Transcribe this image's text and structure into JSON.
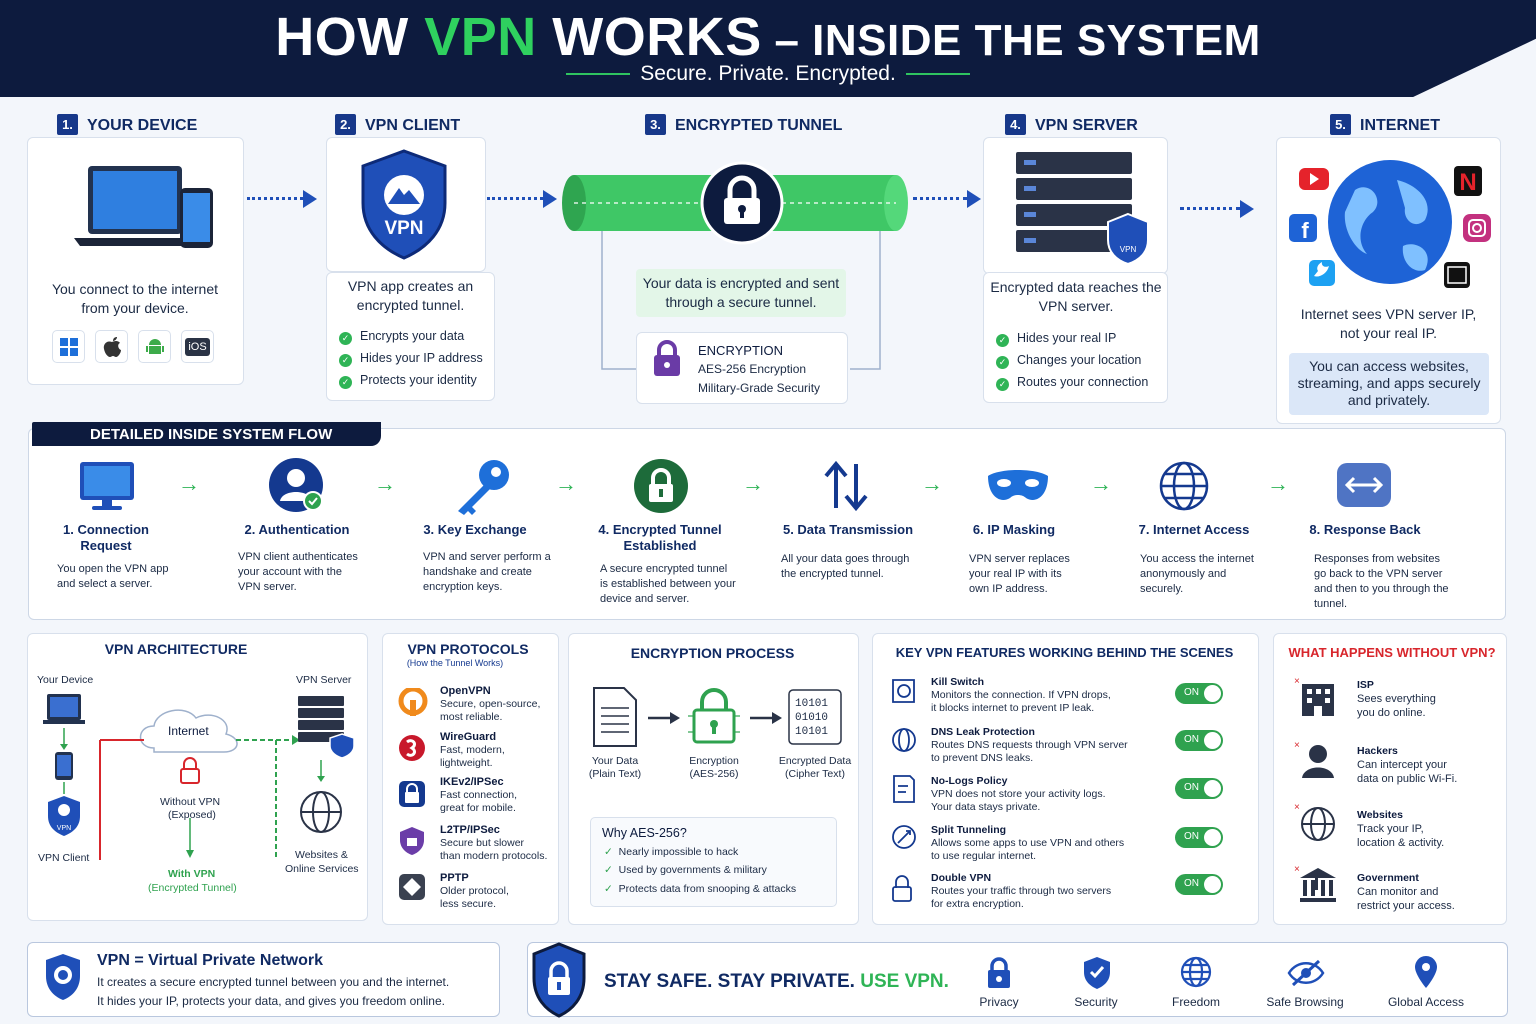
{
  "header": {
    "title_a": "HOW ",
    "title_b": "VPN",
    "title_c": " WORKS",
    "title_d": " – INSIDE THE SYSTEM",
    "subtitle": "Secure. Private. Encrypted."
  },
  "steps": [
    {
      "num": "1.",
      "title": "YOUR DEVICE",
      "desc": "You connect to the internet from your device.",
      "os": [
        "windows-icon",
        "apple-icon",
        "android-icon",
        "iOS"
      ]
    },
    {
      "num": "2.",
      "title": "VPN CLIENT",
      "badge": "VPN",
      "desc": "VPN app creates an encrypted tunnel.",
      "checks": [
        "Encrypts your data",
        "Hides your IP address",
        "Protects your identity"
      ]
    },
    {
      "num": "3.",
      "title": "ENCRYPTED TUNNEL",
      "desc": "Your data is encrypted and sent through a secure tunnel.",
      "enc_title": "ENCRYPTION",
      "enc_l1": "AES-256 Encryption",
      "enc_l2": "Military-Grade Security"
    },
    {
      "num": "4.",
      "title": "VPN SERVER",
      "badge": "VPN",
      "desc": "Encrypted data reaches the VPN server.",
      "checks": [
        "Hides your real IP",
        "Changes your location",
        "Routes your connection"
      ]
    },
    {
      "num": "5.",
      "title": "INTERNET",
      "desc": "Internet sees VPN server IP, not your real IP.",
      "note": "You can access websites, streaming, and apps securely and privately."
    }
  ],
  "flow": {
    "title": "DETAILED INSIDE SYSTEM FLOW",
    "items": [
      {
        "title": "1. Connection Request",
        "desc": "You open the VPN app and select a server."
      },
      {
        "title": "2. Authentication",
        "desc": "VPN client authenticates your account with the VPN server."
      },
      {
        "title": "3. Key Exchange",
        "desc": "VPN and server perform a handshake and create encryption keys."
      },
      {
        "title": "4. Encrypted Tunnel Established",
        "desc": "A secure encrypted tunnel is established between your device and server."
      },
      {
        "title": "5. Data Transmission",
        "desc": "All your data goes through the encrypted tunnel."
      },
      {
        "title": "6. IP Masking",
        "desc": "VPN server replaces your real IP with its own IP address."
      },
      {
        "title": "7. Internet Access",
        "desc": "You access the internet anonymously and securely."
      },
      {
        "title": "8. Response Back",
        "desc": "Responses from websites go back to the VPN server and then to you through the tunnel."
      }
    ]
  },
  "architecture": {
    "title": "VPN ARCHITECTURE",
    "your_device": "Your Device",
    "vpn_server": "VPN Server",
    "internet": "Internet",
    "without": "Without VPN",
    "exposed": "(Exposed)",
    "with": "With VPN",
    "encrypted": "(Encrypted Tunnel)",
    "client": "VPN Client",
    "websites": "Websites &",
    "services": "Online Services",
    "badge": "VPN"
  },
  "protocols": {
    "title": "VPN PROTOCOLS",
    "subtitle": "(How the Tunnel Works)",
    "items": [
      {
        "name": "OpenVPN",
        "l1": "Secure, open-source,",
        "l2": "most reliable.",
        "color": "#f08a1c"
      },
      {
        "name": "WireGuard",
        "l1": "Fast, modern,",
        "l2": "lightweight.",
        "color": "#c8182b"
      },
      {
        "name": "IKEv2/IPSec",
        "l1": "Fast connection,",
        "l2": "great for mobile.",
        "color": "#14398f"
      },
      {
        "name": "L2TP/IPSec",
        "l1": "Secure but slower",
        "l2": "than modern protocols.",
        "color": "#6b3da8"
      },
      {
        "name": "PPTP",
        "l1": "Older protocol,",
        "l2": "less secure.",
        "color": "#3a4150"
      }
    ]
  },
  "encryption": {
    "title": "ENCRYPTION PROCESS",
    "your_data": "Your Data",
    "plain": "(Plain Text)",
    "enc": "Encryption",
    "aes": "(AES-256)",
    "enc_data": "Encrypted Data",
    "cipher": "(Cipher Text)",
    "bits": [
      "10101",
      "01010",
      "10101"
    ],
    "why": "Why AES-256?",
    "reasons": [
      "Nearly impossible to hack",
      "Used by governments & military",
      "Protects data from snooping & attacks"
    ]
  },
  "features": {
    "title": "KEY VPN FEATURES WORKING BEHIND THE SCENES",
    "toggle": "ON",
    "items": [
      {
        "name": "Kill Switch",
        "l1": "Monitors the connection. If VPN drops,",
        "l2": "it blocks internet to prevent IP leak."
      },
      {
        "name": "DNS Leak Protection",
        "l1": "Routes DNS requests through VPN server",
        "l2": "to prevent DNS leaks."
      },
      {
        "name": "No-Logs Policy",
        "l1": "VPN does not store your activity logs.",
        "l2": "Your data stays private."
      },
      {
        "name": "Split Tunneling",
        "l1": "Allows some apps to use VPN and others",
        "l2": "to use regular internet."
      },
      {
        "name": "Double VPN",
        "l1": "Routes your traffic through two servers",
        "l2": "for extra encryption."
      }
    ]
  },
  "without": {
    "title": "WHAT HAPPENS WITHOUT VPN?",
    "items": [
      {
        "name": "ISP",
        "l1": "Sees everything",
        "l2": "you do online."
      },
      {
        "name": "Hackers",
        "l1": "Can intercept your",
        "l2": "data on public Wi-Fi."
      },
      {
        "name": "Websites",
        "l1": "Track your IP,",
        "l2": "location & activity."
      },
      {
        "name": "Government",
        "l1": "Can monitor and",
        "l2": "restrict your access."
      }
    ]
  },
  "footer": {
    "def_title": "VPN = Virtual Private Network",
    "def_l1": "It creates a secure encrypted tunnel between you and the internet.",
    "def_l2": "It hides your IP, protects your data, and gives you freedom online.",
    "slogan_a": "STAY SAFE. STAY PRIVATE.",
    "slogan_b": " USE VPN.",
    "items": [
      "Privacy",
      "Security",
      "Freedom",
      "Safe Browsing",
      "Global Access"
    ]
  },
  "colors": {
    "navy": "#0d1b3e",
    "green": "#2fd15f",
    "blue": "#1f4fb8",
    "red": "#d8262c"
  }
}
